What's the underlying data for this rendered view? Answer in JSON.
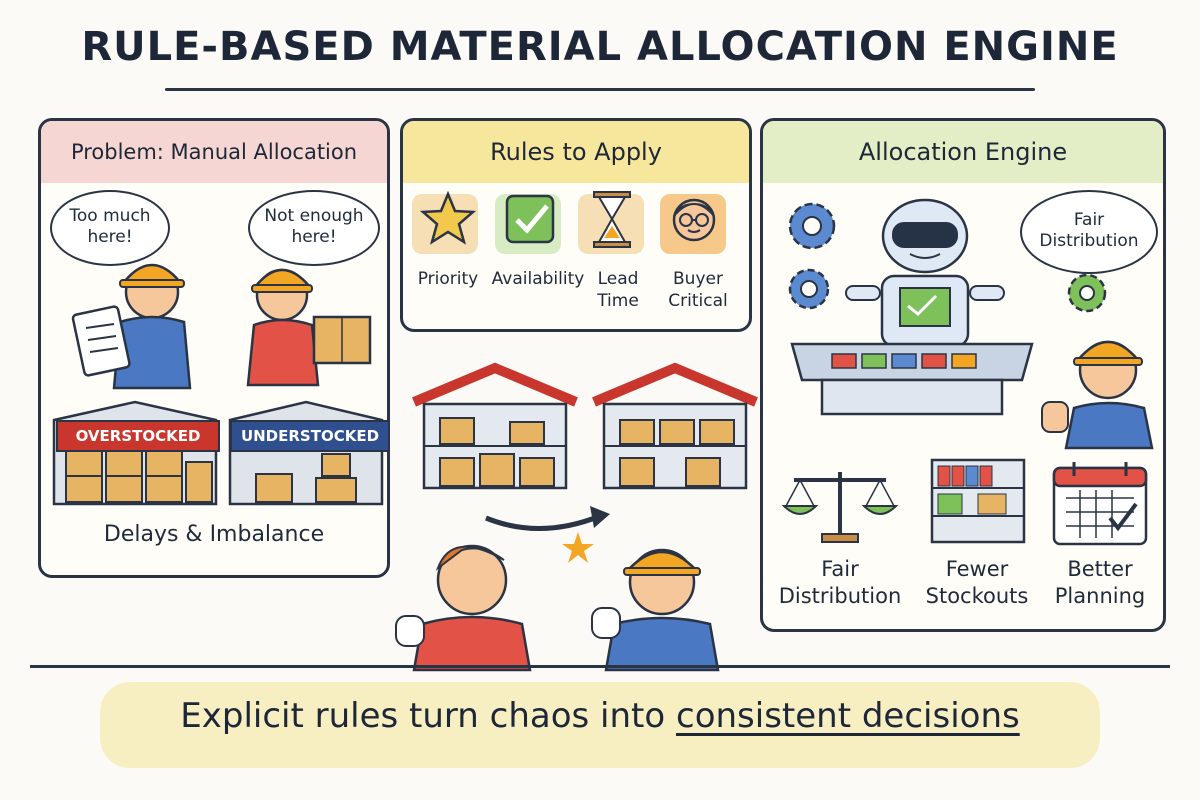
{
  "title": "RULE-BASED MATERIAL ALLOCATION ENGINE",
  "problem_panel": {
    "heading": "Problem: Manual Allocation",
    "bubble_left": [
      "Too much",
      "here!"
    ],
    "bubble_right": [
      "Not enough",
      "here!"
    ],
    "stamp_over": "OVERSTOCKED",
    "stamp_under": "UNDERSTOCKED",
    "footer": "Delays & Imbalance"
  },
  "rules_panel": {
    "heading": "Rules to Apply",
    "rules": [
      {
        "label": "Priority",
        "icon": "star-icon",
        "color": "#f2c94c"
      },
      {
        "label": "Availability",
        "icon": "checkmark-icon",
        "color": "#7ec05a"
      },
      {
        "label": "Lead\nTime",
        "icon": "hourglass-icon",
        "color": "#f2c94c"
      },
      {
        "label": "Buyer\nCritical",
        "icon": "buyer-face-icon",
        "color": "#f2b25c"
      }
    ]
  },
  "engine_panel": {
    "heading": "Allocation Engine",
    "bubble": [
      "Fair",
      "Distribution"
    ],
    "outcomes": [
      {
        "label": [
          "Fair",
          "Distribution"
        ],
        "icon": "scales-icon"
      },
      {
        "label": [
          "Fewer",
          "Stockouts"
        ],
        "icon": "shelves-icon"
      },
      {
        "label": [
          "Better",
          "Planning"
        ],
        "icon": "calendar-icon"
      }
    ]
  },
  "banner": {
    "text_plain": "Explicit rules turn chaos into ",
    "text_underlined": "consistent decisions"
  },
  "colors": {
    "ink": "#2a3444",
    "problem_header": "#f6d6d2",
    "rules_header": "#f7e79c",
    "engine_header": "#e3edc6",
    "banner": "#f7eec2",
    "overstocked": "#c8362e",
    "understocked": "#2f4f8f"
  }
}
